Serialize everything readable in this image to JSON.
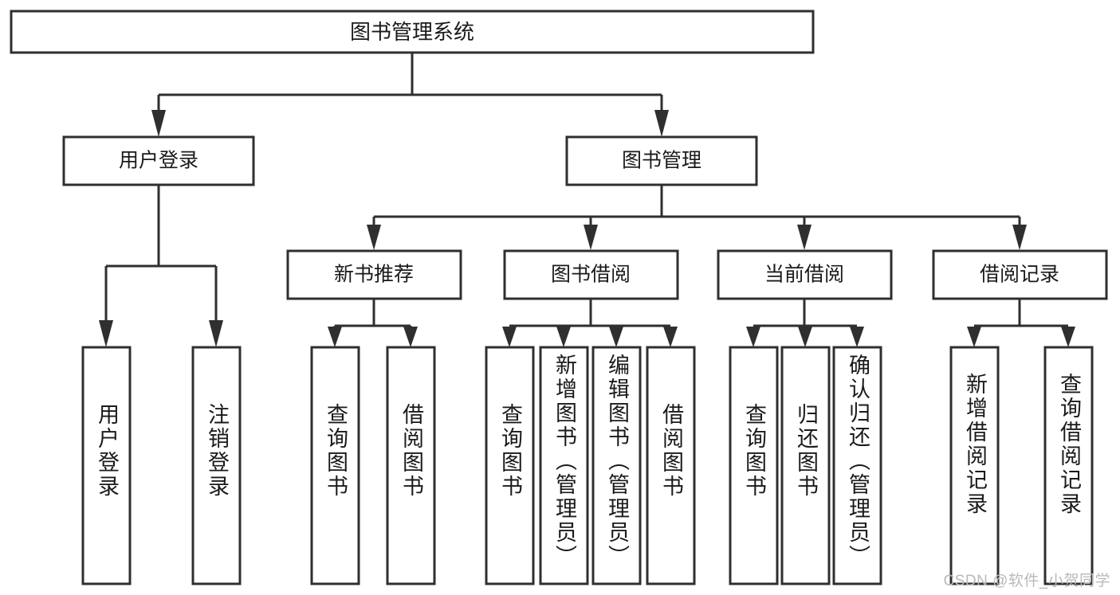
{
  "diagram": {
    "type": "hierarchy-tree",
    "title": "图书管理系统",
    "watermark": "CSDN @软件_小贺同学",
    "colors": {
      "stroke": "#2f2f2f",
      "fill": "#ffffff",
      "text": "#1a1a1a",
      "watermark": "#b9b9b9",
      "background": "#ffffff"
    },
    "root": {
      "label": "图书管理系统",
      "children": [
        {
          "label": "用户登录",
          "children": [
            {
              "label": "用户登录"
            },
            {
              "label": "注销登录"
            }
          ]
        },
        {
          "label": "图书管理",
          "children": [
            {
              "label": "新书推荐",
              "children": [
                {
                  "label": "查询图书"
                },
                {
                  "label": "借阅图书"
                }
              ]
            },
            {
              "label": "图书借阅",
              "children": [
                {
                  "label": "查询图书"
                },
                {
                  "label": "新增图书（管理员）"
                },
                {
                  "label": "编辑图书（管理员）"
                },
                {
                  "label": "借阅图书"
                }
              ]
            },
            {
              "label": "当前借阅",
              "children": [
                {
                  "label": "查询图书"
                },
                {
                  "label": "归还图书"
                },
                {
                  "label": "确认归还（管理员）"
                }
              ]
            },
            {
              "label": "借阅记录",
              "children": [
                {
                  "label": "新增借阅记录"
                },
                {
                  "label": "查询借阅记录"
                }
              ]
            }
          ]
        }
      ]
    },
    "nodes": {
      "root_title": "图书管理系统",
      "l2_user_login": "用户登录",
      "l2_book_manage": "图书管理",
      "l3_new_book_rec": "新书推荐",
      "l3_book_borrow": "图书借阅",
      "l3_current_borrow": "当前借阅",
      "l3_borrow_record": "借阅记录",
      "leaf_user_login": "用户登录",
      "leaf_logout": "注销登录",
      "leaf_rec_query_book": "查询图书",
      "leaf_rec_borrow_book": "借阅图书",
      "leaf_bb_query_book": "查询图书",
      "leaf_bb_add_book": "新增图书（管理员）",
      "leaf_bb_edit_book": "编辑图书（管理员）",
      "leaf_bb_borrow_book": "借阅图书",
      "leaf_cb_query_book": "查询图书",
      "leaf_cb_return_book": "归还图书",
      "leaf_cb_confirm_return": "确认归还（管理员）",
      "leaf_br_add_record": "新增借阅记录",
      "leaf_br_query_record": "查询借阅记录"
    }
  }
}
